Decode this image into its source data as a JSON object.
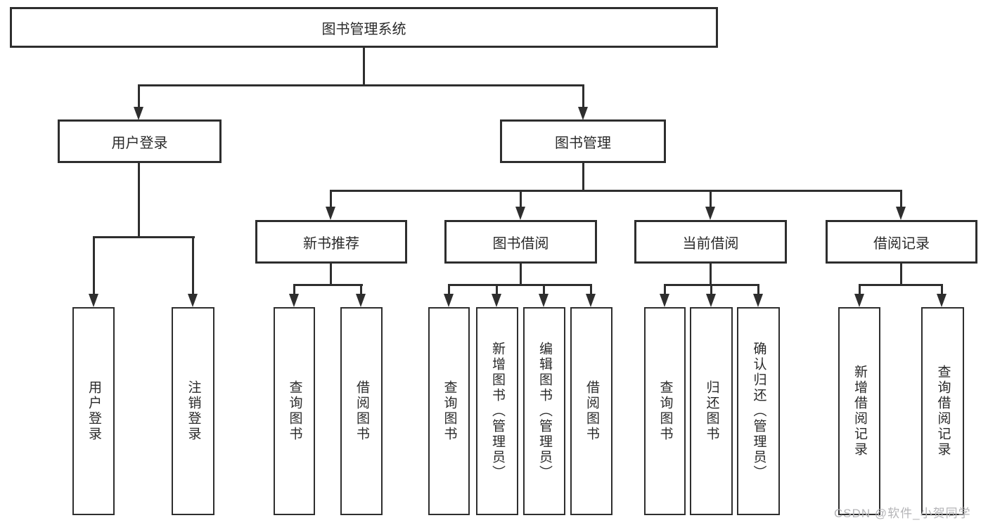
{
  "diagram": {
    "title_node": {
      "label": "图书管理系统"
    },
    "level2": [
      {
        "id": "user-login",
        "label": "用户登录"
      },
      {
        "id": "book-management",
        "label": "图书管理"
      }
    ],
    "level3": [
      {
        "id": "new-book-recommend",
        "label": "新书推荐"
      },
      {
        "id": "book-borrow",
        "label": "图书借阅"
      },
      {
        "id": "current-borrow",
        "label": "当前借阅"
      },
      {
        "id": "borrow-records",
        "label": "借阅记录"
      }
    ],
    "leaves": [
      {
        "group": "user-login",
        "label": "用户登录"
      },
      {
        "group": "user-login",
        "label": "注销登录"
      },
      {
        "group": "new-book-recommend",
        "label": "查询图书"
      },
      {
        "group": "new-book-recommend",
        "label": "借阅图书"
      },
      {
        "group": "book-borrow",
        "label": "查询图书"
      },
      {
        "group": "book-borrow",
        "label": "新增图书（管理员）"
      },
      {
        "group": "book-borrow",
        "label": "编辑图书（管理员）"
      },
      {
        "group": "book-borrow",
        "label": "借阅图书"
      },
      {
        "group": "current-borrow",
        "label": "查询图书"
      },
      {
        "group": "current-borrow",
        "label": "归还图书"
      },
      {
        "group": "current-borrow",
        "label": "确认归还（管理员）"
      },
      {
        "group": "borrow-records",
        "label": "新增借阅记录"
      },
      {
        "group": "borrow-records",
        "label": "查询借阅记录"
      }
    ],
    "watermark": "CSDN @软件_小贺同学",
    "colors": {
      "line": "#2e2e2e",
      "text": "#2a2a2a",
      "watermark": "#b4b4b7",
      "background": "#ffffff"
    }
  }
}
